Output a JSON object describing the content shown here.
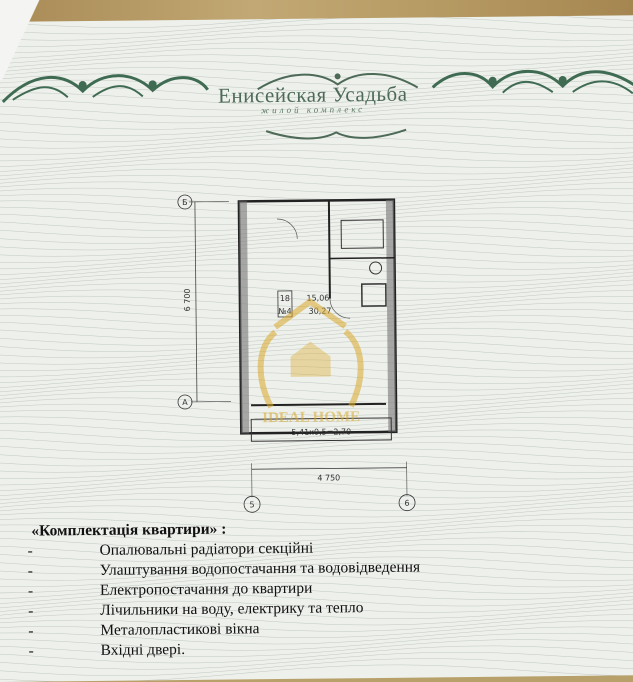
{
  "brand": {
    "title": "Енисейская Усадьба",
    "subtitle": "жилой комплекс"
  },
  "plan": {
    "axis_top": "Б",
    "axis_bottom": "A",
    "axis_left": "5",
    "axis_right": "6",
    "dim_vertical": "6 700",
    "dim_horizontal": "4 750",
    "room_no": "18",
    "room_area": "15,06",
    "apt_label": "№4",
    "apt_area": "30,27",
    "balcony": "5,41х0,5=2,70"
  },
  "watermark": {
    "text": "IDEAL HOME"
  },
  "features": {
    "heading": "«Комплектація квартири» :",
    "dash": "-",
    "items": [
      "Опалювальні радіатори секційні",
      "Улаштування водопостачання та водовідведення",
      "Електропостачання до квартири",
      "Лічильники на  воду, електрику та тепло",
      "Металопластикові вікна",
      "Вхідні двері."
    ]
  },
  "colors": {
    "paper": "#eef0ec",
    "ornament": "#3f6b52",
    "watermark": "#d9a928"
  }
}
